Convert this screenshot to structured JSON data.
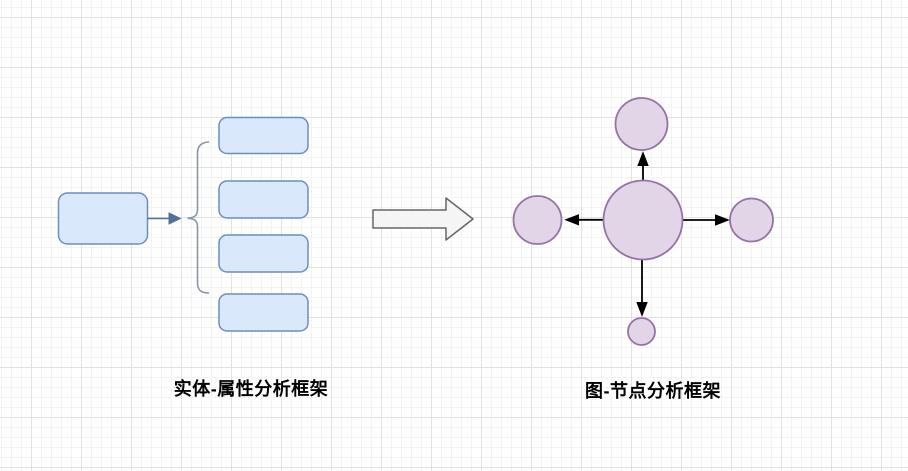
{
  "canvas": {
    "background": "#ffffff",
    "grid_minor_color": "#f3f3f4",
    "grid_major_color": "#e2e2e2"
  },
  "left_framework": {
    "label": "实体-属性分析框架",
    "entity_box_count": 1,
    "attribute_box_count": 4,
    "box_fill": "#dae8fc",
    "box_stroke": "#6c8ebf",
    "connector_color": "#51719c",
    "brace_color": "#8a96a6"
  },
  "transform_arrow": {
    "direction": "right",
    "fill": "#f5f5f5",
    "stroke": "#666666"
  },
  "right_framework": {
    "label": "图-节点分析框架",
    "node_count": 5,
    "node_fill": "#e1d5e7",
    "node_stroke": "#9673a6",
    "edge_color": "#000000"
  }
}
